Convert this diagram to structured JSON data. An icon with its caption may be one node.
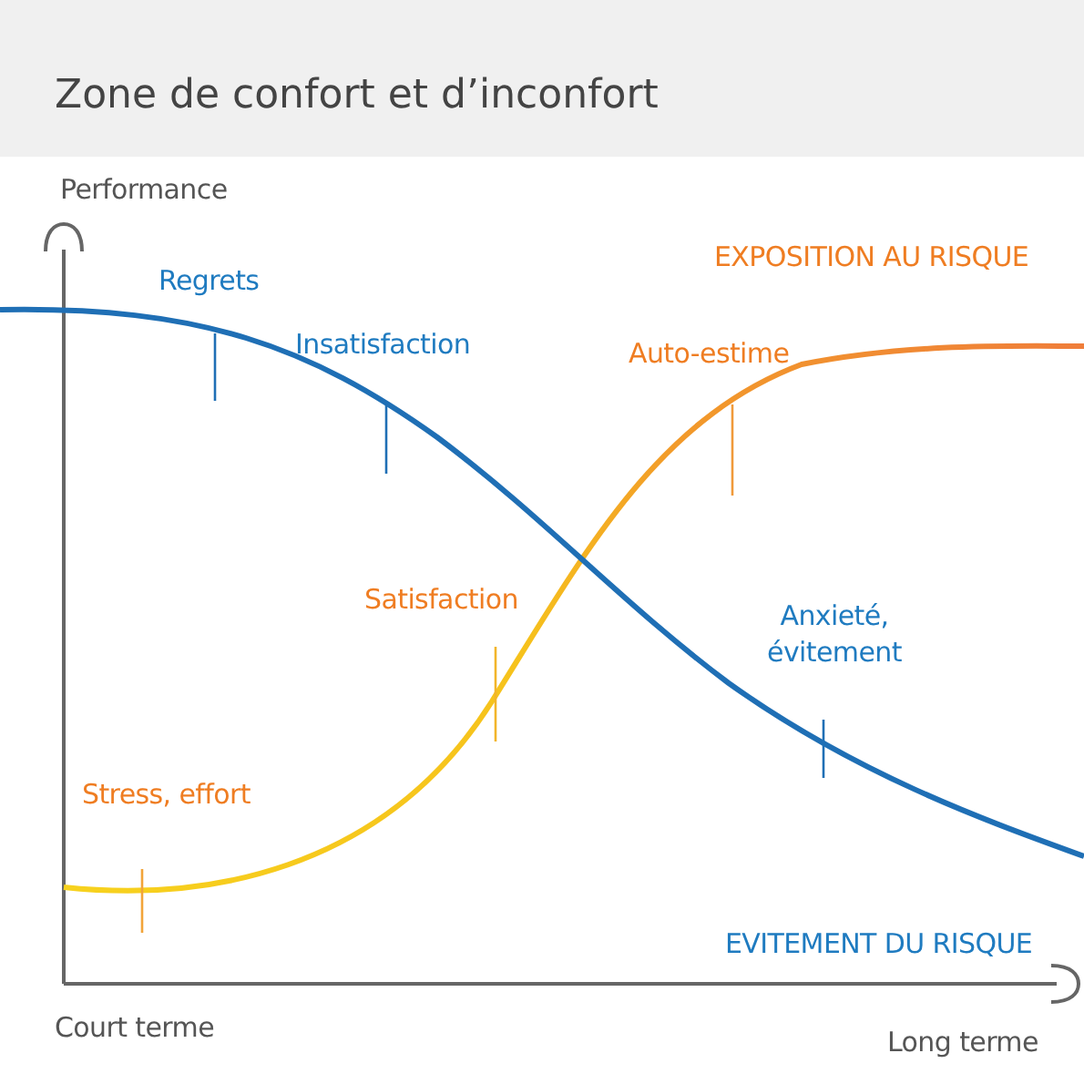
{
  "diagram": {
    "title": "Zone de confort et d’inconfort",
    "labels": [
      "Performance",
      "Regrets",
      "EXPOSITION AU RISQUE",
      "Insatisfaction",
      "Auto-estime",
      "Satisfaction",
      "Anxieté, évitement",
      "Stress, effort",
      "EVITEMENT DU RISQUE",
      "Court terme",
      "Long terme"
    ]
  }
}
